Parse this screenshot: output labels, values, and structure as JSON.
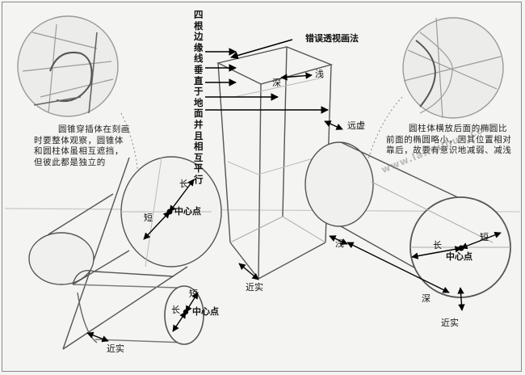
{
  "labels": {
    "vertical_note": "四根边缘线垂直于地面并且相互平行",
    "wrong_perspective": "错误透视画法",
    "deep_top": "深",
    "shallow_top": "浅",
    "far_virtual": "远虚",
    "long_cone": "长",
    "short_cone": "短",
    "center_cone": "中心点",
    "near_solid_box": "近实",
    "long_small_cyl": "长",
    "short_small_cyl": "短",
    "center_small_cyl": "中心点",
    "near_solid_bottom": "近实",
    "shallow_right": "浅",
    "long_right": "长",
    "short_right": "短",
    "center_right": "中心点",
    "deep_right": "深",
    "near_solid_right": "近实"
  },
  "notes": {
    "left": "圆锥穿插体在刻画时要整体观察，圆锥体和圆柱体虽相互遮挡，但彼此都是独立的",
    "right": "圆柱体横放后面的椭圆比前面的椭圆略小，因其位置相对靠后，故要有意识地减弱、减浅"
  },
  "watermark": "www.laihuihua.com"
}
